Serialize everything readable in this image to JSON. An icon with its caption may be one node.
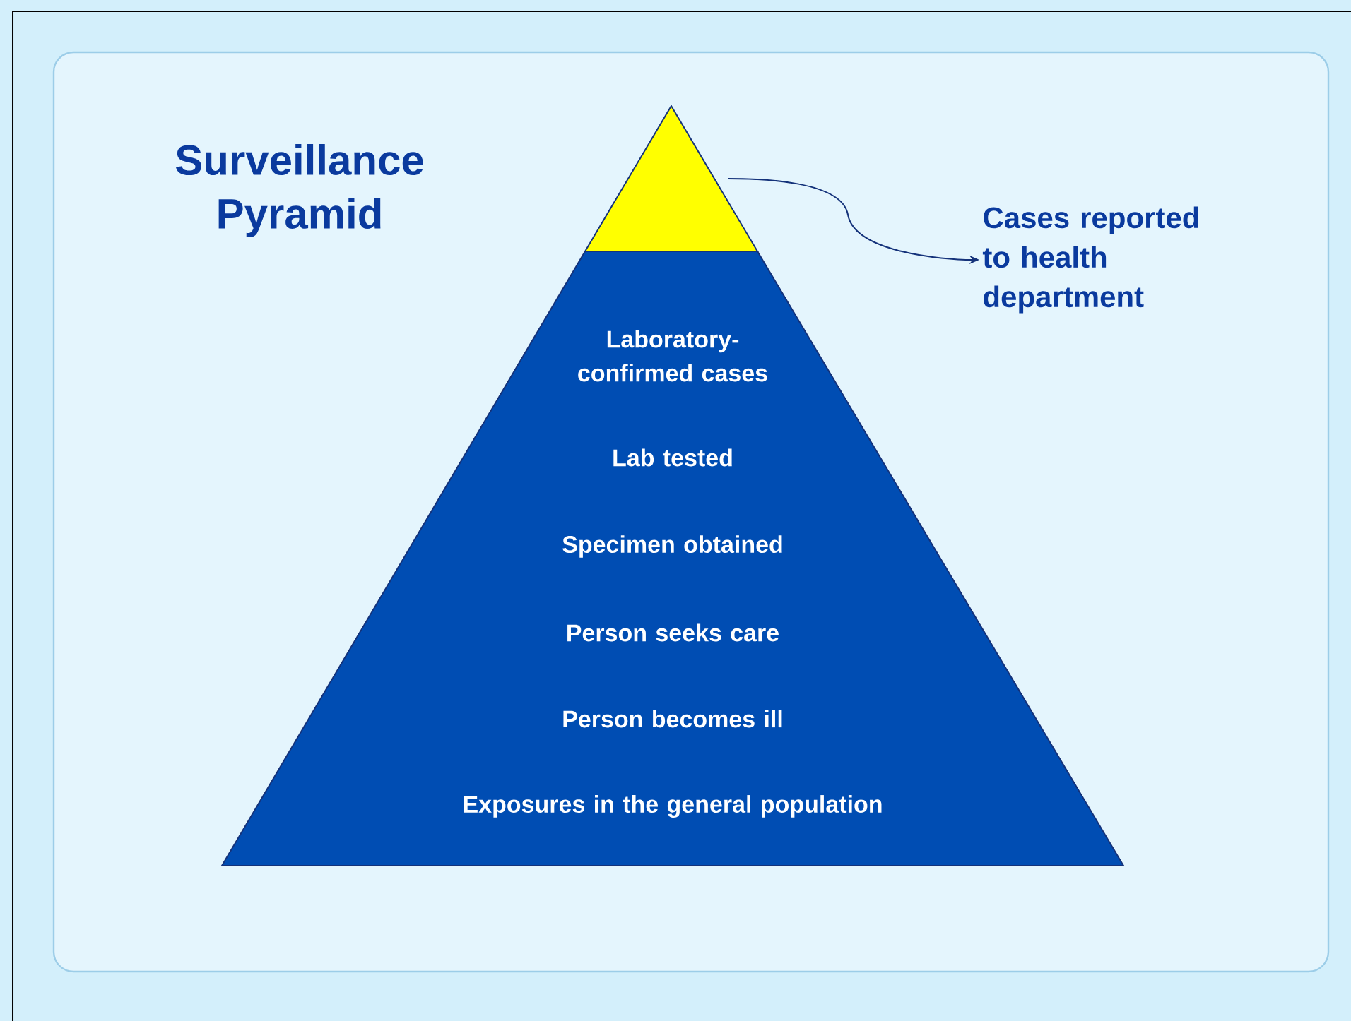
{
  "diagram": {
    "title": "Surveillance Pyramid",
    "nodes": [
      {
        "text": [],
        "shape": "triangle"
      },
      {
        "text": [
          "Laboratory-confirmed cases",
          "Lab tested",
          "Specimen obtained",
          "Person seeks care",
          "Person becomes ill",
          "Exposures in the general population"
        ]
      },
      {
        "text": [
          "Cases reported to health department"
        ]
      }
    ],
    "edges": [
      {
        "from": 0,
        "to": 2,
        "arrow": "to"
      }
    ]
  }
}
